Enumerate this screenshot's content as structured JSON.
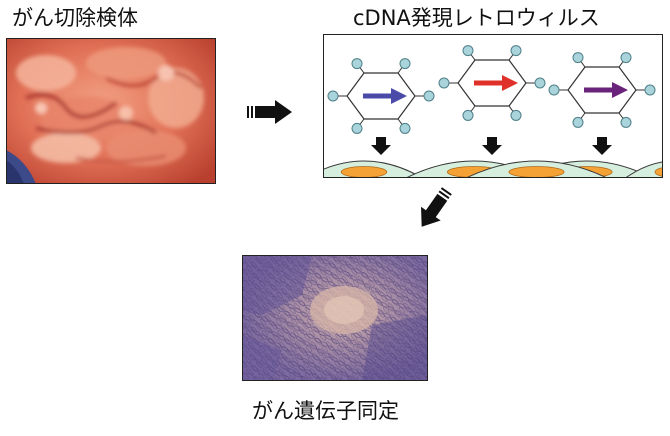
{
  "labels": {
    "specimen": "がん切除検体",
    "library": "cDNA発現レトロウィルス",
    "identification": "がん遺伝子同定"
  },
  "vectors": [
    {
      "arrow_color": "#4a4aa8"
    },
    {
      "arrow_color": "#e0302a"
    },
    {
      "arrow_color": "#6a237a"
    }
  ],
  "colors": {
    "node_fill": "#a9d4dc",
    "node_stroke": "#4f7f87",
    "cell_fill": "#d6eedd",
    "nucleus_fill": "#f4a236",
    "block_arrow": "#111111"
  }
}
